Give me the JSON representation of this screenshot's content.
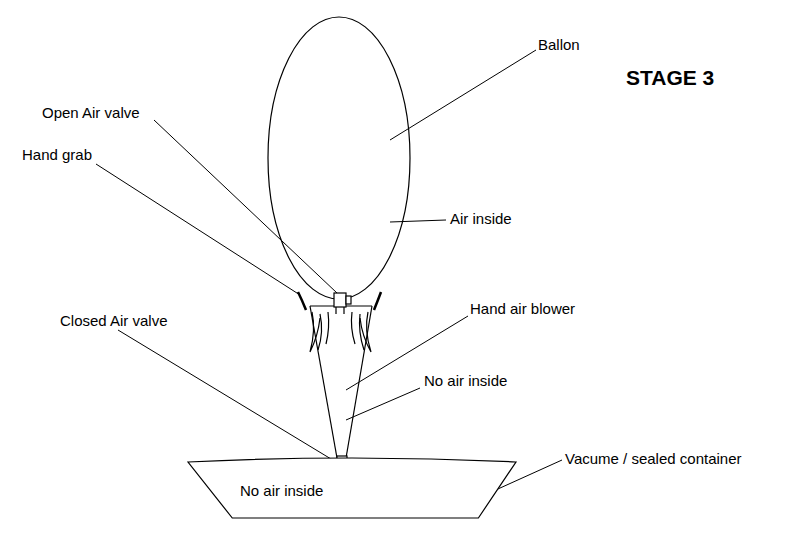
{
  "diagram": {
    "title": "STAGE 3",
    "nodes": [
      {
        "text": [
          "No air inside"
        ]
      }
    ],
    "labels": [
      "Ballon",
      "Open Air valve",
      "Hand grab",
      "Air inside",
      "Closed Air valve",
      "Hand air blower",
      "No air inside",
      "Vacume / sealed container"
    ]
  }
}
